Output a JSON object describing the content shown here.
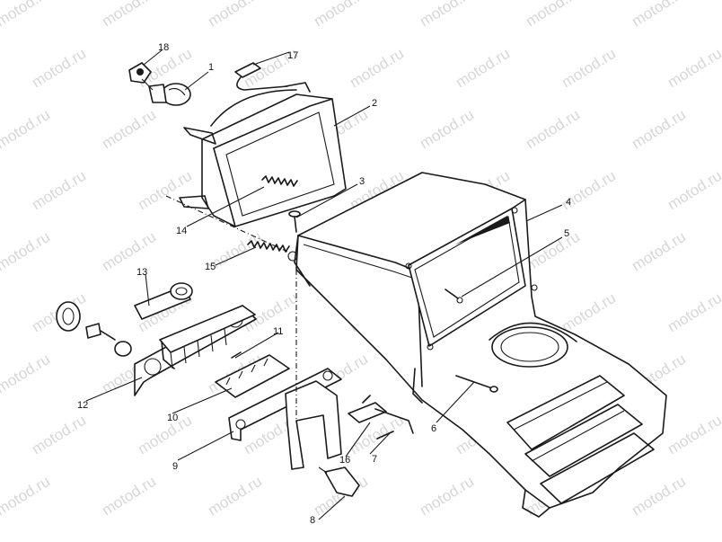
{
  "watermark": "motod.ru",
  "callouts": [
    "1",
    "2",
    "3",
    "4",
    "5",
    "6",
    "7",
    "8",
    "9",
    "10",
    "11",
    "12",
    "13",
    "14",
    "15",
    "16",
    "17",
    "18"
  ],
  "colors": {
    "line": "#1a1a1a",
    "background": "#ffffff",
    "watermark": "#b8b8b8"
  }
}
